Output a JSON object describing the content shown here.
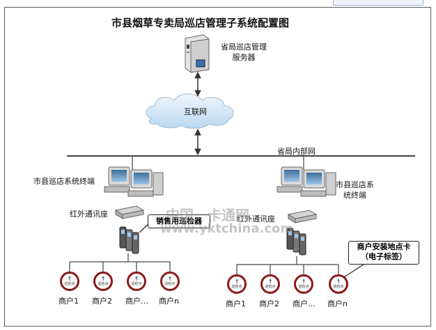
{
  "title": "市县烟草专卖局巡店管理子系统配置图",
  "server_label_line1": "省局巡店管理",
  "server_label_line2": "服务器",
  "internet_label": "互联网",
  "intranet_label": "省局内部网",
  "left_terminal_label": "市县巡店系统终端",
  "right_terminal_label_line1": "市县巡店系",
  "right_terminal_label_line2": "统终端",
  "left_ir_label": "红外通讯座",
  "right_ir_label": "红外通讯座",
  "handheld_callout": "销售用巡检器",
  "tag_callout_line1": "商户安装地点卡",
  "tag_callout_line2": "（电子标签）",
  "tag_icon_text": "巡检点",
  "left_merchants": [
    "商户1",
    "商户2",
    "商户…",
    "商户n"
  ],
  "right_merchants": [
    "商户1",
    "商户2",
    "商户…",
    "商户n"
  ],
  "watermark_cn": "中国一卡通网",
  "watermark_url": "www.yktchina.com",
  "colors": {
    "tag_ring": "#8b1a1a",
    "cloud": "#cfe3f5",
    "line": "#333333"
  }
}
